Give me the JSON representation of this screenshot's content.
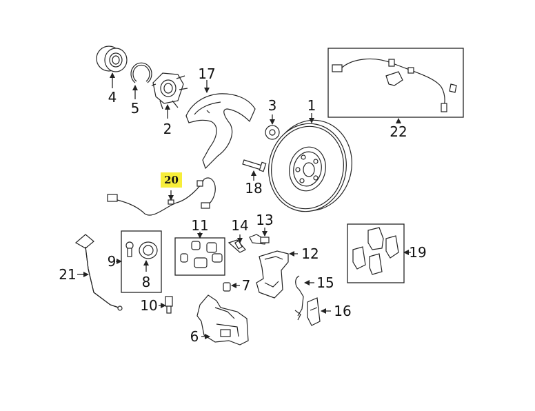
{
  "diagram": {
    "highlight_color": "#f7ee3a",
    "highlighted_callout": "20",
    "callouts": {
      "c1": "1",
      "c2": "2",
      "c3": "3",
      "c4": "4",
      "c5": "5",
      "c6": "6",
      "c7": "7",
      "c8": "8",
      "c9": "9",
      "c10": "10",
      "c11": "11",
      "c12": "12",
      "c13": "13",
      "c14": "14",
      "c15": "15",
      "c16": "16",
      "c17": "17",
      "c18": "18",
      "c19": "19",
      "c20": "20",
      "c21": "21",
      "c22": "22"
    }
  }
}
